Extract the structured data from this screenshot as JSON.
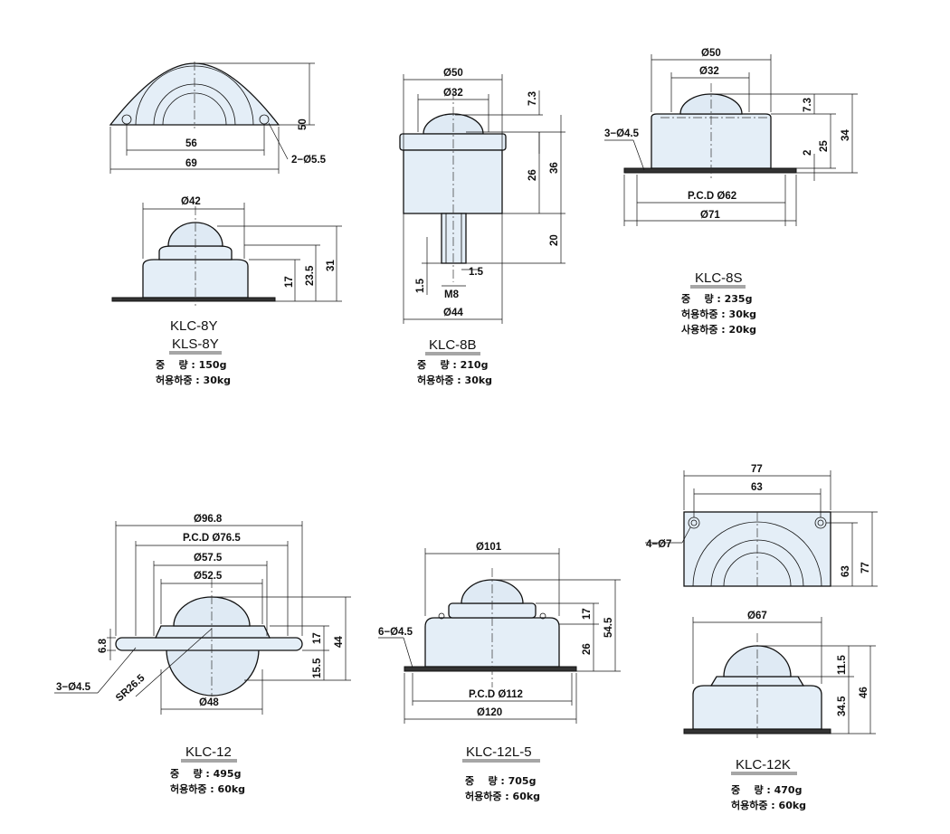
{
  "products": {
    "klc8y": {
      "models": [
        "KLC-8Y",
        "KLS-8Y"
      ],
      "weight": "중    량 : 150g",
      "load": "허용하중 : 30kg",
      "dims": {
        "top_width_inner": "56",
        "top_width_outer": "69",
        "top_height": "50",
        "holes": "2−Ø5.5",
        "ball_dia": "Ø42",
        "h1": "17",
        "h2": "23.5",
        "h3": "31"
      }
    },
    "klc8b": {
      "model": "KLC-8B",
      "weight": "중    량 : 210g",
      "load": "허용하중 : 30kg",
      "dims": {
        "outer": "Ø50",
        "inner": "Ø32",
        "top": "7.3",
        "body": "26",
        "total": "36",
        "stem": "20",
        "gap1": "1.5",
        "gap2": "1.5",
        "thread": "M8",
        "base": "Ø44"
      }
    },
    "klc8s": {
      "model": "KLC-8S",
      "weight": "중    량 : 235g",
      "load": "허용하중 : 30kg",
      "use_load": "사용하중 : 20kg",
      "dims": {
        "outer": "Ø50",
        "inner": "Ø32",
        "top": "7.3",
        "h25": "25",
        "h34": "34",
        "h2": "2",
        "holes": "3−Ø4.5",
        "pcd": "P.C.D Ø62",
        "flange": "Ø71"
      }
    },
    "klc12": {
      "model": "KLC-12",
      "weight": "중    량 : 495g",
      "load": "허용하중 : 60kg",
      "dims": {
        "flange": "Ø96.8",
        "pcd": "P.C.D Ø76.5",
        "d575": "Ø57.5",
        "d525": "Ø52.5",
        "t68": "6.8",
        "h17": "17",
        "h44": "44",
        "h155": "15.5",
        "holes": "3−Ø4.5",
        "sr": "SR26.5",
        "ball": "Ø48"
      }
    },
    "klc12l5": {
      "model": "KLC-12L-5",
      "weight": "중    량 : 705g",
      "load": "허용하중 : 60kg",
      "dims": {
        "top": "Ø101",
        "h17": "17",
        "h26": "26",
        "h545": "54.5",
        "holes": "6−Ø4.5",
        "pcd": "P.C.D Ø112",
        "base": "Ø120"
      }
    },
    "klc12k": {
      "model": "KLC-12K",
      "weight": "중    량 : 470g",
      "load": "허용하중 : 60kg",
      "dims": {
        "w77": "77",
        "w63": "63",
        "holes": "4−Ø7",
        "h63": "63",
        "h77": "77",
        "dia": "Ø67",
        "h115": "11.5",
        "h345": "34.5",
        "h46": "46"
      }
    }
  }
}
